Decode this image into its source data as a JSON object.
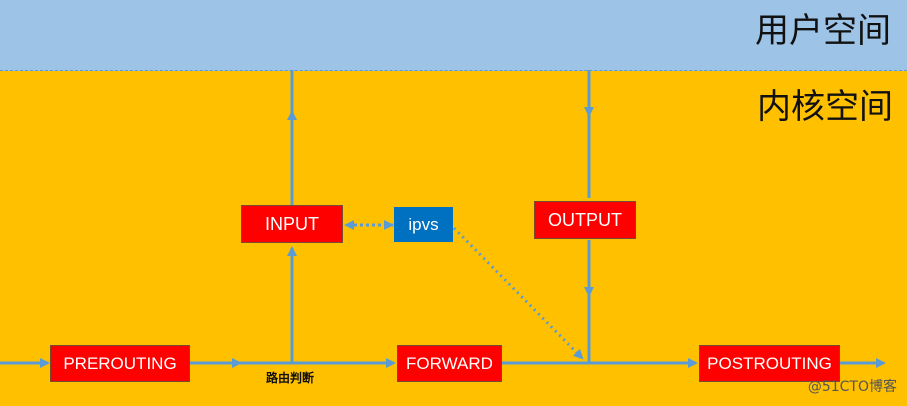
{
  "regions": {
    "user_space": "用户空间",
    "kernel_space": "内核空间"
  },
  "nodes": {
    "prerouting": "PREROUTING",
    "input": "INPUT",
    "ipvs": "ipvs",
    "output": "OUTPUT",
    "forward": "FORWARD",
    "postrouting": "POSTROUTING"
  },
  "labels": {
    "routing_decision": "路由判断"
  },
  "watermark": "@51CTO博客",
  "colors": {
    "user_space": "#9DC3E6",
    "kernel_space": "#FFC000",
    "line": "#5B9BD5",
    "chain_box": "#FF0000",
    "ipvs_box": "#0070C0"
  }
}
